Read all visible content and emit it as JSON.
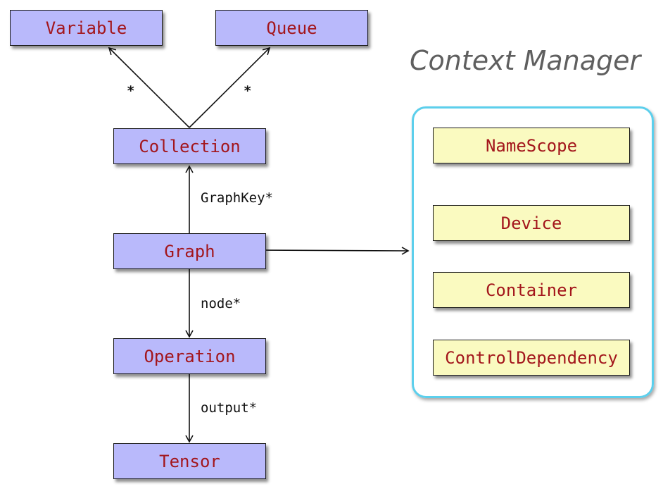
{
  "diagram": {
    "title": "Context Manager",
    "nodes": {
      "variable": "Variable",
      "queue": "Queue",
      "collection": "Collection",
      "graph": "Graph",
      "operation": "Operation",
      "tensor": "Tensor"
    },
    "context_items": {
      "namescope": "NameScope",
      "device": "Device",
      "container": "Container",
      "control_dependency": "ControlDependency"
    },
    "edge_labels": {
      "collection_to_variable": "*",
      "collection_to_queue": "*",
      "graph_to_collection": "GraphKey*",
      "graph_to_operation": "node*",
      "operation_to_tensor": "output*"
    },
    "colors": {
      "class_box_fill": "#b9b9fb",
      "context_box_fill": "#fafac0",
      "label_text": "#a3161c",
      "context_frame": "#5ccfec",
      "title_text": "#5f5f5f"
    }
  }
}
